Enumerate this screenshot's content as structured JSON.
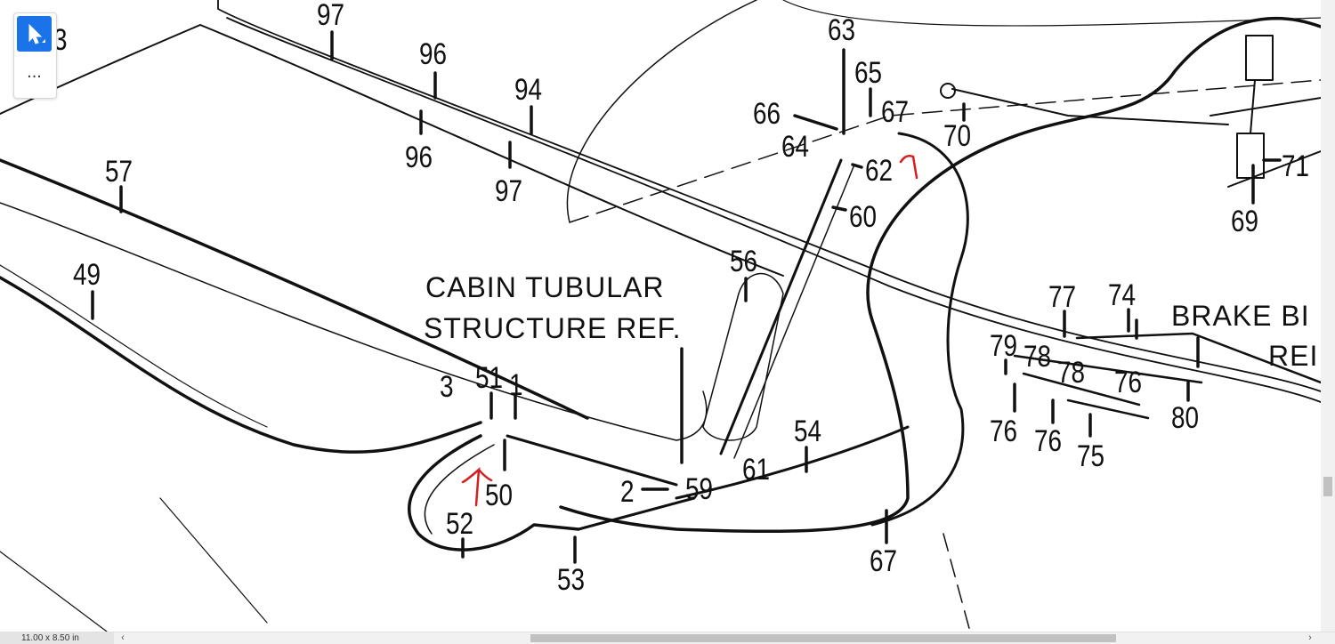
{
  "toolbar": {
    "pointer_icon": "pointer-arrow-icon",
    "more_label": "..."
  },
  "diagram": {
    "reference_text": {
      "cabin_line1": "CABIN TUBULAR",
      "cabin_line2": "STRUCTURE REF.",
      "brake_line1": "BRAKE BI",
      "brake_line2": "REI"
    },
    "part_numbers": {
      "n97_top": "97",
      "n96_top": "96",
      "n94": "94",
      "n96_bottom": "96",
      "n97_mid": "97",
      "n3_partial": "3",
      "n57": "57",
      "n49": "49",
      "n63": "63",
      "n65": "65",
      "n66": "66",
      "n67_top": "67",
      "n70": "70",
      "n64": "64",
      "n62": "62",
      "n60": "60",
      "n71": "71",
      "n69": "69",
      "n56": "56",
      "n77": "77",
      "n74": "74",
      "n79": "79",
      "n78a": "78",
      "n78b": "78",
      "n76a": "76",
      "n80": "80",
      "n76b": "76",
      "n76c": "76",
      "n75": "75",
      "n3": "3",
      "n51": "51",
      "n1": "1",
      "n54": "54",
      "n50": "50",
      "n61": "61",
      "n2": "2",
      "n59": "59",
      "n52": "52",
      "n53": "53",
      "n67_bottom": "67"
    },
    "annotation_color": "#d42020"
  },
  "statusbar": {
    "page_size": "11.00 x 8.50 in",
    "left_arrow": "‹",
    "right_arrow": "›"
  }
}
